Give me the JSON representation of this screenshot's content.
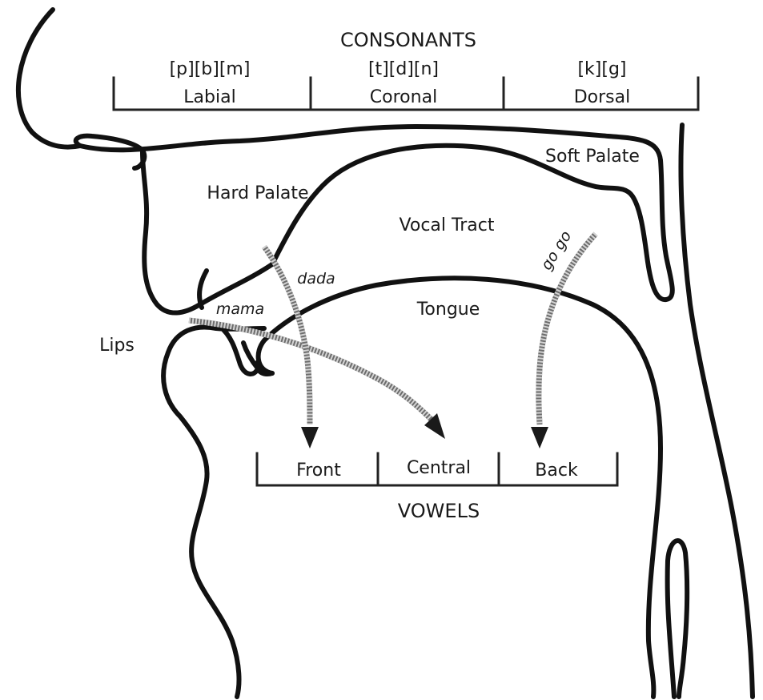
{
  "consonants": {
    "heading": "CONSONANTS",
    "groups": [
      {
        "sounds": "[p][b][m]",
        "place": "Labial"
      },
      {
        "sounds": "[t][d][n]",
        "place": "Coronal"
      },
      {
        "sounds": "[k][g]",
        "place": "Dorsal"
      }
    ]
  },
  "anatomy": {
    "hard_palate": "Hard Palate",
    "soft_palate": "Soft Palate",
    "vocal_tract": "Vocal Tract",
    "tongue": "Tongue",
    "lips": "Lips"
  },
  "syllables": {
    "mama": "mama",
    "dada": "dada",
    "gogo": "go go"
  },
  "vowels": {
    "heading": "VOWELS",
    "positions": [
      "Front",
      "Central",
      "Back"
    ]
  },
  "colors": {
    "ink": "#111111",
    "arrow_path": "#8a8a8a",
    "background": "#ffffff"
  }
}
